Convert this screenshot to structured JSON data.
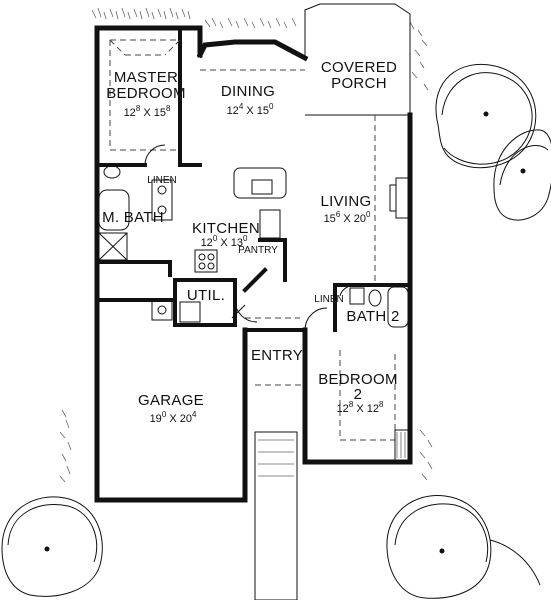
{
  "plan": {
    "rooms": {
      "master_bedroom": {
        "line1": "MASTER",
        "line2": "BEDROOM",
        "dim_w": "12",
        "dim_w_sup": "8",
        "dim_h": "15",
        "dim_h_sup": "8"
      },
      "dining": {
        "name": "DINING",
        "dim_w": "12",
        "dim_w_sup": "4",
        "dim_h": "15",
        "dim_h_sup": "0"
      },
      "covered_porch": {
        "line1": "COVERED",
        "line2": "PORCH"
      },
      "living": {
        "name": "LIVING",
        "dim_w": "15",
        "dim_w_sup": "6",
        "dim_h": "20",
        "dim_h_sup": "0"
      },
      "kitchen": {
        "name": "KITCHEN",
        "dim_w": "12",
        "dim_w_sup": "0",
        "dim_h": "13",
        "dim_h_sup": "0"
      },
      "m_bath": {
        "name": "M. BATH"
      },
      "util": {
        "name": "UTIL."
      },
      "bath2": {
        "name": "BATH 2"
      },
      "entry": {
        "name": "ENTRY"
      },
      "bedroom2": {
        "line1": "BEDROOM",
        "line2": "2",
        "dim_w": "12",
        "dim_w_sup": "8",
        "dim_h": "12",
        "dim_h_sup": "8"
      },
      "garage": {
        "name": "GARAGE",
        "dim_w": "19",
        "dim_w_sup": "0",
        "dim_h": "20",
        "dim_h_sup": "4"
      }
    },
    "labels": {
      "linen_top": "LINEN",
      "linen_bath2": "LINEN",
      "pantry": "PANTRY",
      "dim_sep": "X"
    }
  }
}
